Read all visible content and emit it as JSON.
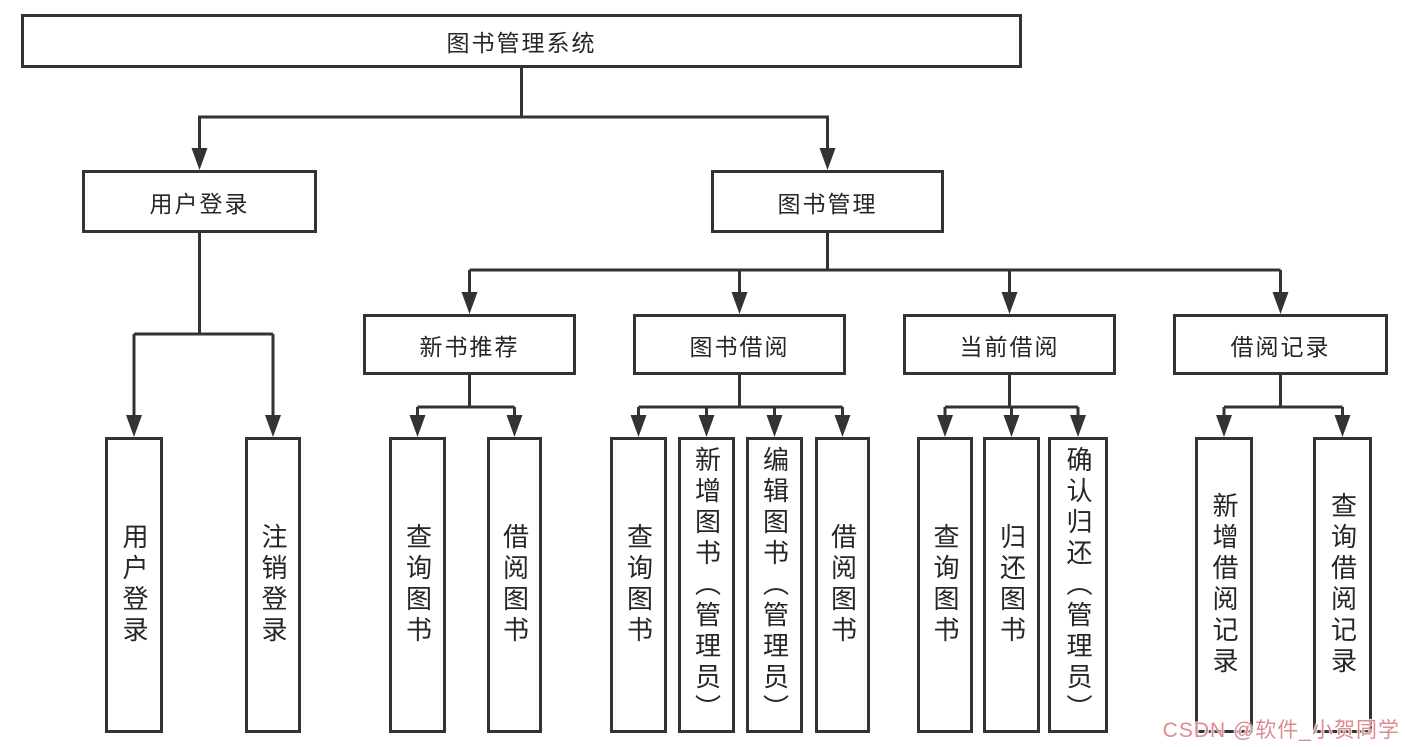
{
  "tree": {
    "label": "图书管理系统",
    "children": [
      {
        "label": "用户登录",
        "children": [
          {
            "label": "用户登录"
          },
          {
            "label": "注销登录"
          }
        ]
      },
      {
        "label": "图书管理",
        "children": [
          {
            "label": "新书推荐",
            "children": [
              {
                "label": "查询图书"
              },
              {
                "label": "借阅图书"
              }
            ]
          },
          {
            "label": "图书借阅",
            "children": [
              {
                "label": "查询图书"
              },
              {
                "label": "新增图书（管理员）"
              },
              {
                "label": "编辑图书（管理员）"
              },
              {
                "label": "借阅图书"
              }
            ]
          },
          {
            "label": "当前借阅",
            "children": [
              {
                "label": "查询图书"
              },
              {
                "label": "归还图书"
              },
              {
                "label": "确认归还（管理员）"
              }
            ]
          },
          {
            "label": "借阅记录",
            "children": [
              {
                "label": "新增借阅记录"
              },
              {
                "label": "查询借阅记录"
              }
            ]
          }
        ]
      }
    ]
  },
  "watermark": {
    "text": "CSDN @软件_小贺同学"
  },
  "colors": {
    "line": "#333333",
    "text": "#262626",
    "box_bg": "#ffffff",
    "background": "#ffffff",
    "watermark": "#dd8b90"
  }
}
